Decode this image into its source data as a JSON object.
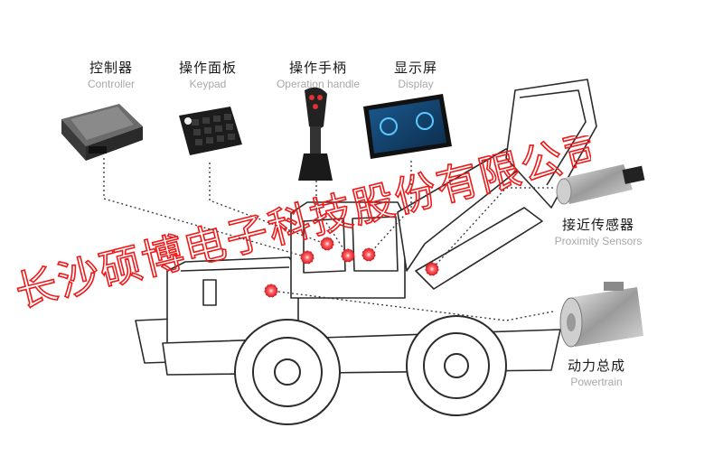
{
  "components": [
    {
      "id": "controller",
      "cn": "控制器",
      "en": "Controller"
    },
    {
      "id": "keypad",
      "cn": "操作面板",
      "en": "Keypad"
    },
    {
      "id": "handle",
      "cn": "操作手柄",
      "en": "Operation handle"
    },
    {
      "id": "display",
      "cn": "显示屏",
      "en": "Display"
    },
    {
      "id": "sensor",
      "cn": "接近传感器",
      "en": "Proximity Sensors"
    },
    {
      "id": "powertrain",
      "cn": "动力总成",
      "en": "Powertrain"
    }
  ],
  "watermark": "长沙硕博电子科技股份有限公司",
  "colors": {
    "marker": "#e8323a",
    "watermark": "#f01818",
    "line": "#333333",
    "label_en": "#a8a8a8"
  }
}
